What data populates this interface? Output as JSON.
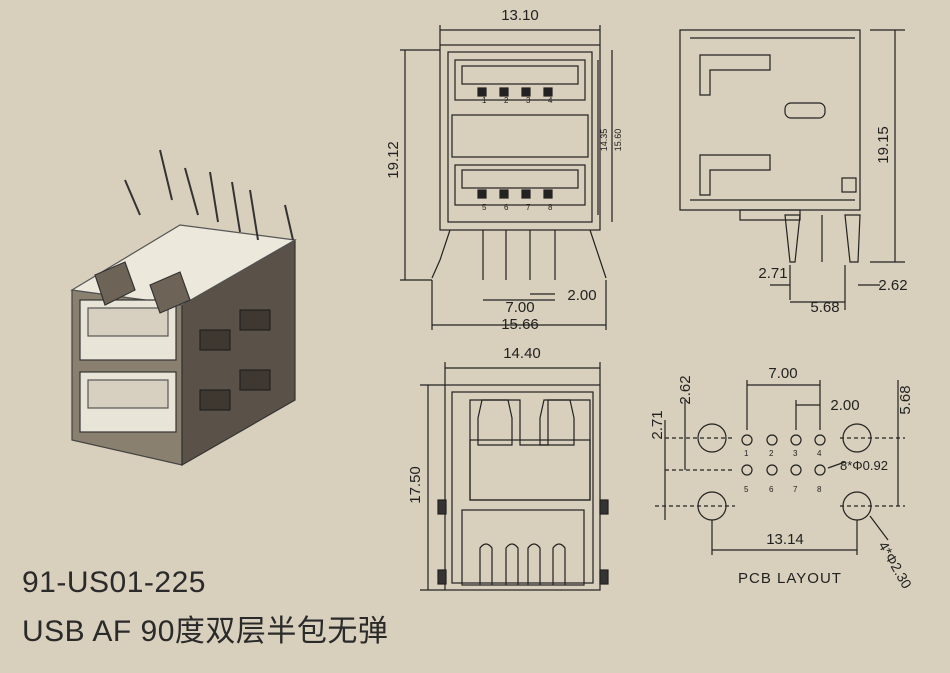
{
  "title": {
    "part_number": "91-US01-225",
    "description": "USB AF 90度双层半包无弹"
  },
  "front_view": {
    "width": "13.10",
    "height": "19.12",
    "inner_height_1": "14.35",
    "inner_height_2": "15.60",
    "pitch": "7.00",
    "pin_spacing": "2.00",
    "overall_width": "15.66",
    "pins_top": [
      "1",
      "2",
      "3",
      "4"
    ],
    "pins_bottom": [
      "5",
      "6",
      "7",
      "8"
    ]
  },
  "side_view": {
    "height": "19.15",
    "offset_left": "2.71",
    "offset_right": "2.62",
    "pin_span": "5.68"
  },
  "bottom_view": {
    "width": "14.40",
    "height": "17.50"
  },
  "pcb_layout": {
    "label": "PCB LAYOUT",
    "dim_top_left": "2.62",
    "dim_left": "2.71",
    "dim_right": "5.68",
    "dim_pitch": "7.00",
    "dim_pin": "2.00",
    "dim_width": "13.14",
    "hole_small": "8*Φ0.92",
    "hole_large": "4*Φ2.30",
    "pins_row1": [
      "1",
      "2",
      "3",
      "4"
    ],
    "pins_row2": [
      "5",
      "6",
      "7",
      "8"
    ]
  }
}
